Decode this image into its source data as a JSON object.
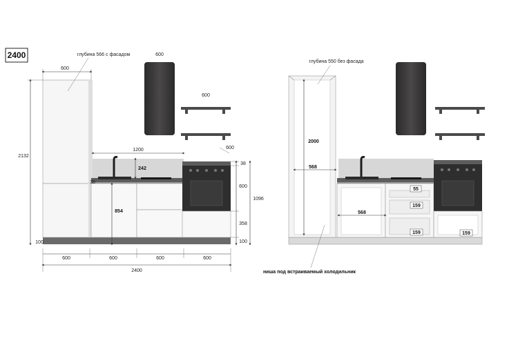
{
  "badge": "2400",
  "left": {
    "depth_note": "глубина 566 с фасадом",
    "hood_width": "600",
    "shelf_width": "600",
    "tall_unit_width": "600",
    "total_height": "2132",
    "sink_span": "1200",
    "shelf_side": "600",
    "backsplash": "242",
    "sink_offset": "38",
    "counter_height": "854",
    "plinth_left": "100",
    "right_top": "38",
    "oven_height": "600",
    "lower_height": "358",
    "plinth_right": "100",
    "column_total": "1096",
    "bottom_widths": [
      "600",
      "600",
      "600",
      "600"
    ],
    "overall_width": "2400"
  },
  "right": {
    "depth_note": "глубина 550 без фасада",
    "niche_height": "2000",
    "niche_width": "568",
    "lower_niche_width": "568",
    "drawer_1": "55",
    "drawer_2": "159",
    "drawer_3": "159",
    "drawer_4": "159",
    "niche_note": "ниша под встраиваемый холодильник"
  },
  "colors": {
    "countertop": "#5c5c5c",
    "hood": "#3a3838",
    "oven": "#2e2e2e",
    "cabinet": "#f7f7f7",
    "carcass": "#ededed"
  }
}
